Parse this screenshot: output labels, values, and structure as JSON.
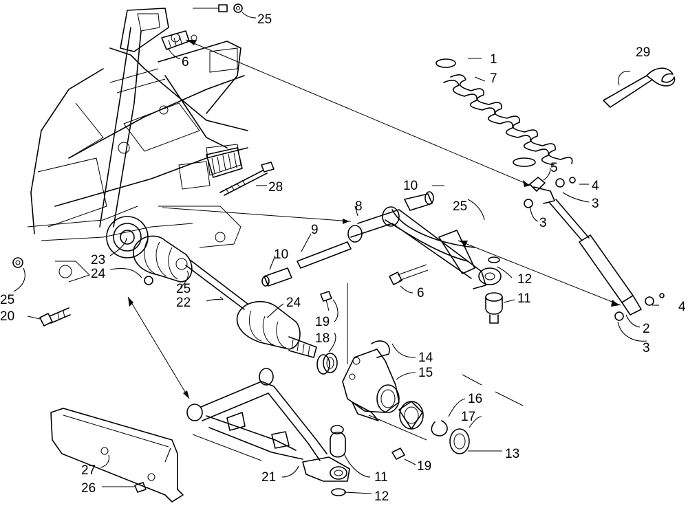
{
  "diagram": {
    "callouts": [
      {
        "id": "c1",
        "label": "1"
      },
      {
        "id": "c2",
        "label": "2"
      },
      {
        "id": "c3a",
        "label": "3"
      },
      {
        "id": "c3b",
        "label": "3"
      },
      {
        "id": "c3c",
        "label": "3"
      },
      {
        "id": "c4a",
        "label": "4"
      },
      {
        "id": "c4b",
        "label": "4"
      },
      {
        "id": "c5",
        "label": "5"
      },
      {
        "id": "c6a",
        "label": "6"
      },
      {
        "id": "c6b",
        "label": "6"
      },
      {
        "id": "c7",
        "label": "7"
      },
      {
        "id": "c8",
        "label": "8"
      },
      {
        "id": "c9",
        "label": "9"
      },
      {
        "id": "c10a",
        "label": "10"
      },
      {
        "id": "c10b",
        "label": "10"
      },
      {
        "id": "c11a",
        "label": "11"
      },
      {
        "id": "c11b",
        "label": "11"
      },
      {
        "id": "c12a",
        "label": "12"
      },
      {
        "id": "c12b",
        "label": "12"
      },
      {
        "id": "c13",
        "label": "13"
      },
      {
        "id": "c14",
        "label": "14"
      },
      {
        "id": "c15",
        "label": "15"
      },
      {
        "id": "c16",
        "label": "16"
      },
      {
        "id": "c17",
        "label": "17"
      },
      {
        "id": "c18",
        "label": "18"
      },
      {
        "id": "c19a",
        "label": "19"
      },
      {
        "id": "c19b",
        "label": "19"
      },
      {
        "id": "c20",
        "label": "20"
      },
      {
        "id": "c21",
        "label": "21"
      },
      {
        "id": "c22",
        "label": "22"
      },
      {
        "id": "c23",
        "label": "23"
      },
      {
        "id": "c24a",
        "label": "24"
      },
      {
        "id": "c24b",
        "label": "24"
      },
      {
        "id": "c25a",
        "label": "25"
      },
      {
        "id": "c25b",
        "label": "25"
      },
      {
        "id": "c25c",
        "label": "25"
      },
      {
        "id": "c25d",
        "label": "25"
      },
      {
        "id": "c26",
        "label": "26"
      },
      {
        "id": "c27",
        "label": "27"
      },
      {
        "id": "c28",
        "label": "28"
      },
      {
        "id": "c29",
        "label": "29"
      }
    ]
  }
}
